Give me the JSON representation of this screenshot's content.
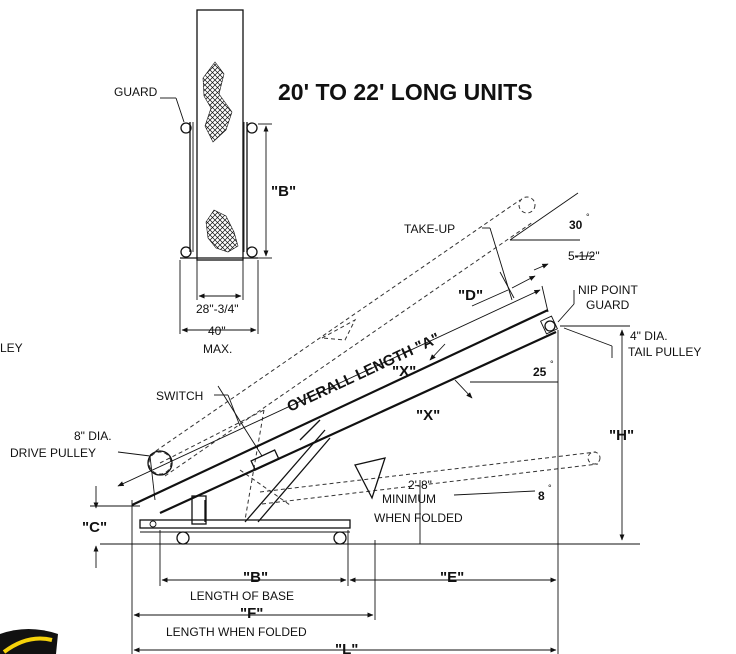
{
  "title": "20' TO 22' LONG UNITS",
  "labels": {
    "guard": "GUARD",
    "b_top": "\"B\"",
    "width_inner": "28\"-3/4\"",
    "width_outer": "40\"",
    "max": "MAX.",
    "cut_ley": "LEY",
    "take_up": "TAKE-UP",
    "angle_30": "30",
    "five_half": "5-1/2\"",
    "nip1": "NIP POINT",
    "nip2": "GUARD",
    "d": "\"D\"",
    "tail1": "4\" DIA.",
    "tail2": "TAIL PULLEY",
    "overall": "OVERALL LENGTH \"A\"",
    "x1": "\"X\"",
    "x2": "\"X\"",
    "angle_25": "25",
    "switch": "SWITCH",
    "drive1": "8\" DIA.",
    "drive2": "DRIVE PULLEY",
    "h": "\"H\"",
    "c": "\"C\"",
    "fold_dim": "2'-8\"",
    "min1": "MINIMUM",
    "min2": "WHEN FOLDED",
    "angle_8": "8",
    "b_base": "\"B\"",
    "len_base": "LENGTH OF BASE",
    "e": "\"E\"",
    "f": "\"F\"",
    "len_fold": "LENGTH WHEN FOLDED",
    "l": "\"L\""
  },
  "colors": {
    "line": "#111111",
    "logo_yellow": "#f5d20a"
  }
}
